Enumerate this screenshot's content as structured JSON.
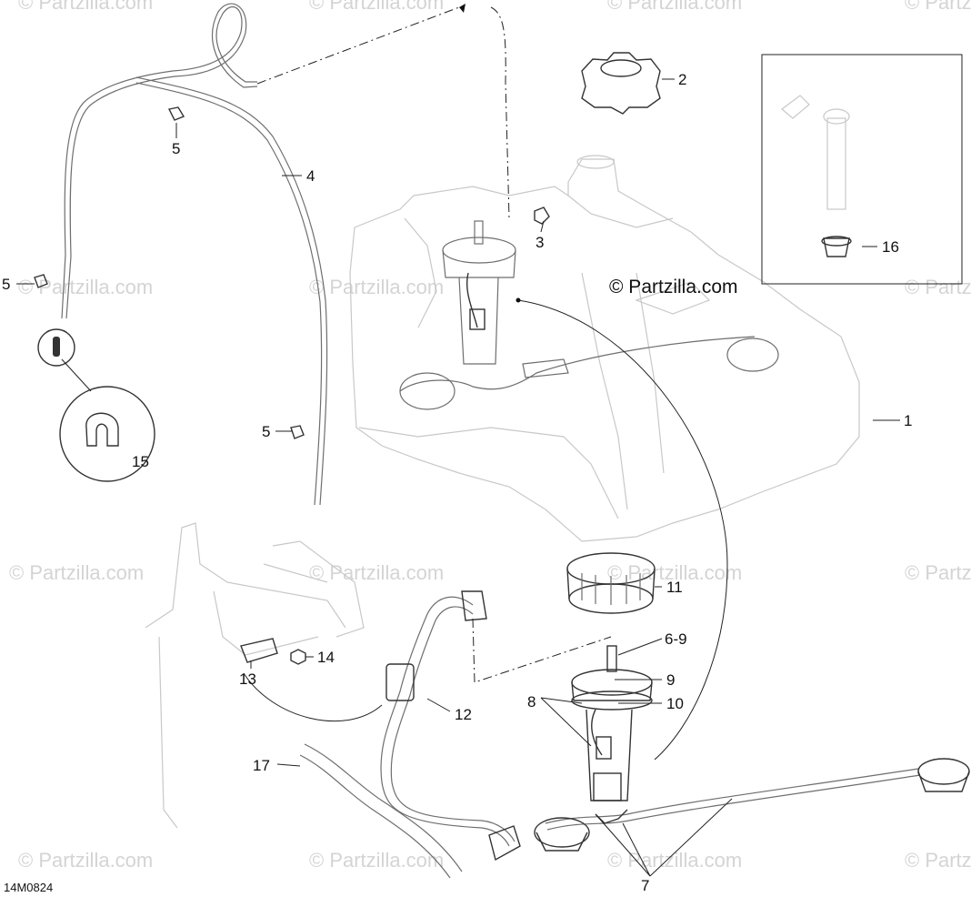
{
  "watermark": "© Partzilla.com",
  "copyright": "© Partzilla.com",
  "diagram_code": "14M0824",
  "callouts": {
    "c1": "1",
    "c2": "2",
    "c3": "3",
    "c4": "4",
    "c5a": "5",
    "c5b": "5",
    "c5c": "5",
    "c6_9": "6-9",
    "c7": "7",
    "c8": "8",
    "c9": "9",
    "c10": "10",
    "c11": "11",
    "c12": "12",
    "c13": "13",
    "c14": "14",
    "c15": "15",
    "c16": "16",
    "c17": "17"
  }
}
